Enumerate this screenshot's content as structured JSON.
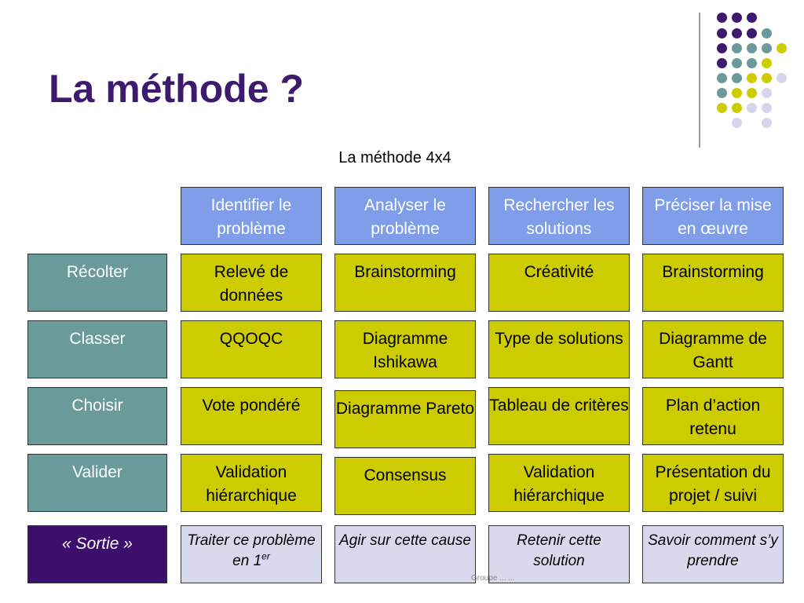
{
  "title": "La méthode ?",
  "subtitle": "La méthode 4x4",
  "columns": [
    "Identifier le problème",
    "Analyser le problème",
    "Rechercher les solutions",
    "Préciser la mise en œuvre"
  ],
  "rows": [
    {
      "label": "Récolter",
      "cells": [
        "Relevé de données",
        "Brainstorming",
        "Créativité",
        "Brainstorming"
      ]
    },
    {
      "label": "Classer",
      "cells": [
        "QQOQC",
        "Diagramme Ishikawa",
        "Type de solutions",
        "Diagramme de Gantt"
      ]
    },
    {
      "label": "Choisir",
      "cells": [
        "Vote pondéré",
        "Diagramme Pareto",
        "Tableau de critères",
        "Plan d’action retenu"
      ]
    },
    {
      "label": "Valider",
      "cells": [
        "Validation hiérarchique",
        "Consensus",
        "Validation hiérarchique",
        "Présentation du projet / suivi"
      ]
    }
  ],
  "output": {
    "label": "« Sortie »",
    "cells": [
      {
        "text": "Traiter ce problème en 1",
        "sup": "er"
      },
      {
        "text": "Agir sur cette cause"
      },
      {
        "text": "Retenir cette solution"
      },
      {
        "text": "Savoir comment s’y prendre"
      }
    ]
  },
  "footer": "Groupe ... ...",
  "colors": {
    "title": "#3d1a6e",
    "header": "#7f9de8",
    "row_label": "#6a9a9a",
    "cell": "#cccc00",
    "sortie": "#3b0f6b",
    "output": "#d9d9ed"
  }
}
